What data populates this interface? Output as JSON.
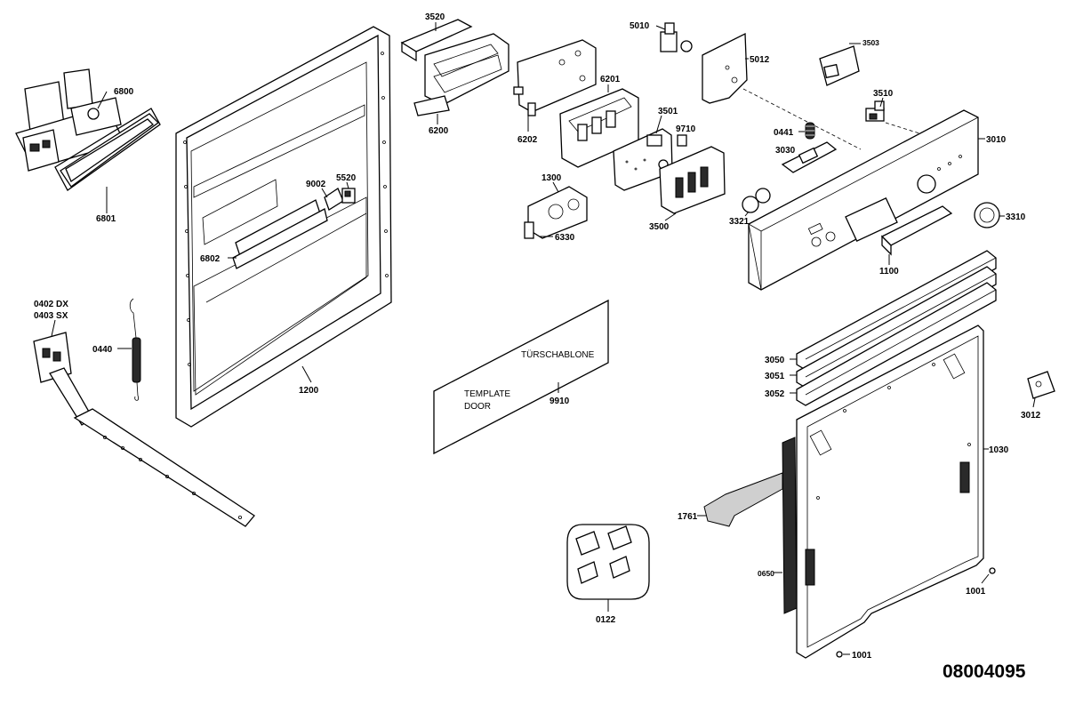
{
  "drawing_number": "08004095",
  "labels": {
    "p6800": "6800",
    "p6801": "6801",
    "p1200": "1200",
    "p9002": "9002",
    "p5520": "5520",
    "p6802": "6802",
    "p3520": "3520",
    "p6200": "6200",
    "p6202": "6202",
    "p6201": "6201",
    "p3501": "3501",
    "p9710": "9710",
    "p1300": "1300",
    "p6330": "6330",
    "p3500": "3500",
    "p5010": "5010",
    "p5012": "5012",
    "p3503": "3503",
    "p3510": "3510",
    "p0441": "0441",
    "p3010": "3010",
    "p3030": "3030",
    "p3321": "3321",
    "p3310": "3310",
    "p1100": "1100",
    "p0402": "0402 DX",
    "p0403": "0403 SX",
    "p0440": "0440",
    "p9910": "9910",
    "p3050": "3050",
    "p3051": "3051",
    "p3052": "3052",
    "p3012": "3012",
    "p1030": "1030",
    "p1761": "1761",
    "p0650": "0650",
    "p1001a": "1001",
    "p1001b": "1001",
    "p0122": "0122"
  },
  "template_card": {
    "german": "TÜRSCHABLONE",
    "english_line1": "TEMPLATE",
    "english_line2": "DOOR"
  }
}
